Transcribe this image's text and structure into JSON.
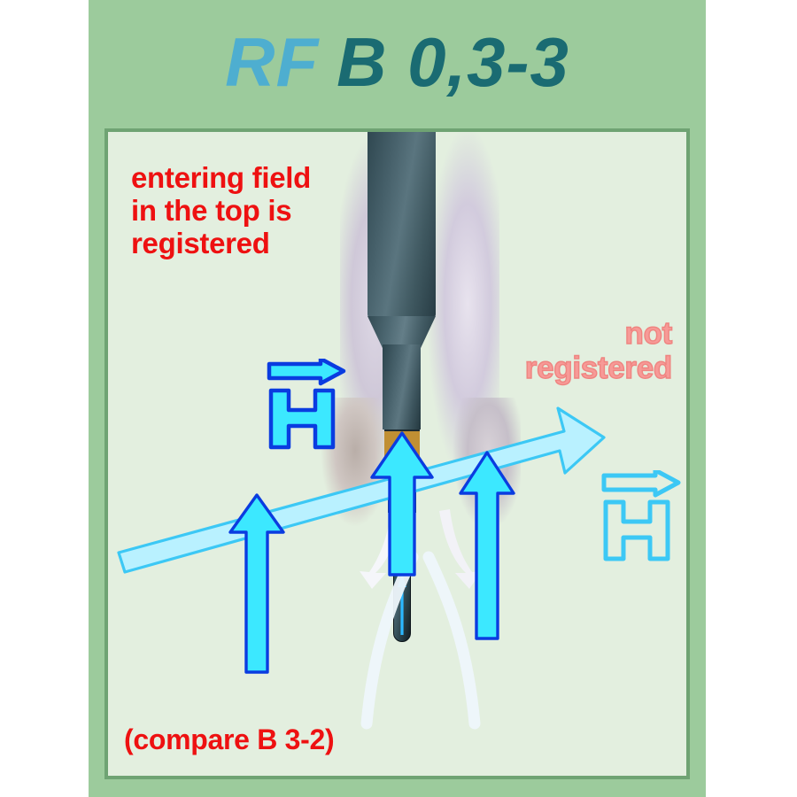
{
  "page": {
    "background": "#ffffff",
    "card_color": "#9ccb9c",
    "panel_color": "#e3efdf",
    "panel_border_color": "#6fa373"
  },
  "header": {
    "prefix": "RF",
    "prefix_color": "#4eaed0",
    "model_code": "B 0,3-3",
    "model_code_color": "#1a6b72"
  },
  "annotations": {
    "entering": "entering field\nin the top is\nregistered",
    "entering_color": "#ee1111",
    "not_registered": "not\nregistered",
    "not_registered_color": "#f79a97",
    "compare": "(compare B 3-2)",
    "compare_color": "#ee1111"
  },
  "symbols": {
    "h_field_left": {
      "label": "H",
      "name": "magnetic-field-vector",
      "fill": "#3ce8ff",
      "stroke": "#0a3ce0",
      "style": "solid"
    },
    "h_field_right": {
      "label": "H",
      "name": "magnetic-field-vector",
      "fill": "none",
      "stroke": "#3cc8f5",
      "style": "outline"
    }
  },
  "arrows": {
    "vertical_field_color_fill": "#3ce8ff",
    "vertical_field_color_stroke": "#0a3ce0",
    "diagonal_field_color_fill": "#b4f0ff",
    "diagonal_field_color_stroke": "#3cc8f5",
    "white_field_color": "#f4f4fa",
    "count_vertical": 3,
    "count_diagonal": 1
  },
  "probe": {
    "body_color": "#46606a",
    "collar_color": "#c08f33",
    "shaft_color": "#1c2e36",
    "halo_color": "#d2cbdd"
  }
}
